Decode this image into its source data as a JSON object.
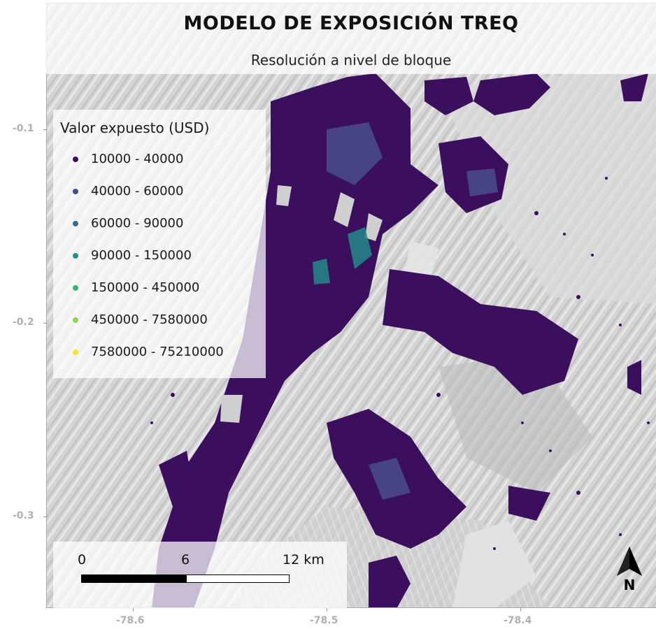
{
  "map": {
    "title": "MODELO DE EXPOSICIÓN TREQ",
    "subtitle": "Resolución a nivel de bloque",
    "north_label": "N",
    "y_ticks": [
      "-0.1",
      "-0.2",
      "-0.3"
    ],
    "x_ticks": [
      "-78.6",
      "-78.5",
      "-78.4"
    ]
  },
  "legend": {
    "title": "Valor expuesto (USD)",
    "items": [
      {
        "label": "10000 - 40000",
        "color": "#3b0f5e"
      },
      {
        "label": "40000 - 60000",
        "color": "#4a4d8c"
      },
      {
        "label": "60000 - 90000",
        "color": "#2f6e91"
      },
      {
        "label": "90000 - 150000",
        "color": "#21918c"
      },
      {
        "label": "150000 - 450000",
        "color": "#35b779"
      },
      {
        "label": "450000 - 7580000",
        "color": "#90d743"
      },
      {
        "label": "7580000 - 75210000",
        "color": "#fde725"
      }
    ]
  },
  "scalebar": {
    "labels": [
      "0",
      "6",
      "12 km"
    ]
  },
  "colors": {
    "basemap": "#d6d6d6",
    "urban": "#3b0f5e"
  }
}
